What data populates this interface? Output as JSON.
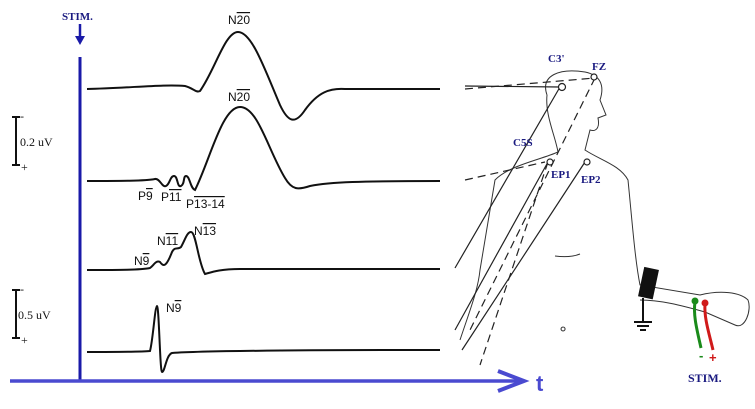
{
  "stim_top": "STIM.",
  "stim_bottom": "STIM.",
  "time_axis": "t",
  "scale_top": {
    "value": "0.2 uV",
    "minus": "-",
    "plus": "+"
  },
  "scale_bottom": {
    "value": "0.5 uV",
    "minus": "-",
    "plus": "+"
  },
  "trace1": {
    "peak": {
      "prefix": "N",
      "num": "20"
    }
  },
  "trace2": {
    "peak": {
      "prefix": "N",
      "num": "20"
    },
    "p9": {
      "prefix": "P",
      "num": "9"
    },
    "p11": {
      "prefix": "P",
      "num": "11"
    },
    "p13": {
      "prefix": "P",
      "num": "13-14"
    }
  },
  "trace3": {
    "n9": {
      "prefix": "N",
      "num": "9"
    },
    "n11": {
      "prefix": "N",
      "num": "11"
    },
    "n13": {
      "prefix": "N",
      "num": "13"
    }
  },
  "trace4": {
    "n9": {
      "prefix": "N",
      "num": "9"
    }
  },
  "electrodes": {
    "c3": "C3'",
    "fz": "FZ",
    "c5s": "C5S",
    "ep1": "EP1",
    "ep2": "EP2"
  },
  "stim_polarity": {
    "minus": "-",
    "plus": "+"
  },
  "colors": {
    "axis": "#1a1aa8",
    "arrow": "#4a4ad0",
    "neg": "#1a8a1a",
    "pos": "#d01a1a"
  }
}
